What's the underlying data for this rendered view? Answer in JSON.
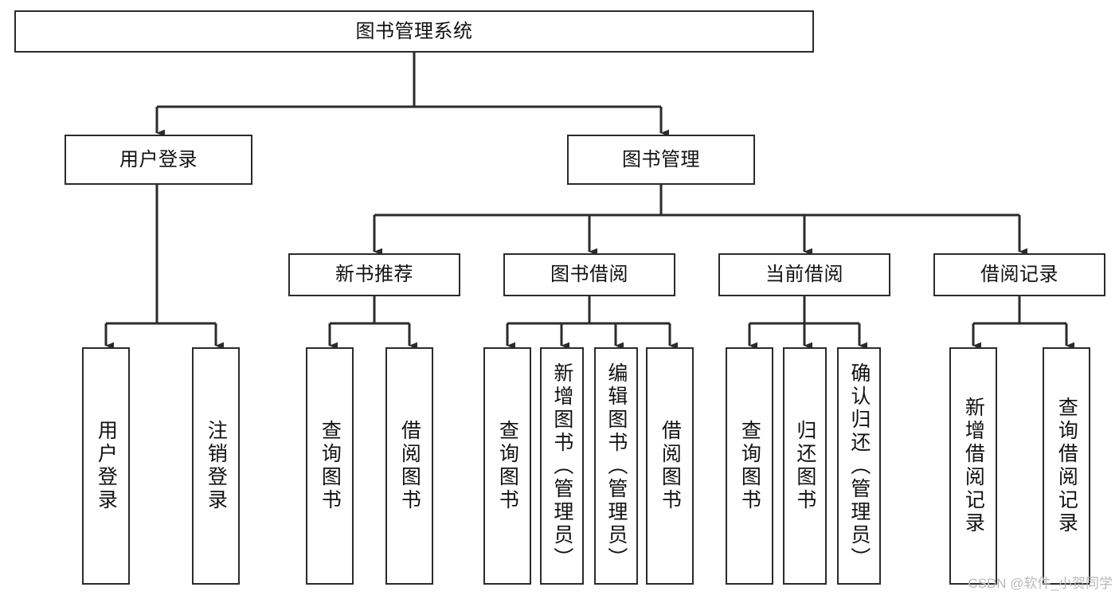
{
  "diagram": {
    "title": "图书管理系统",
    "type": "tree-hierarchy-diagram",
    "colors": {
      "stroke": "#2b2b2b",
      "fill": "#ffffff",
      "text": "#111111",
      "watermark": "#b9b9b9"
    },
    "watermark": "CSDN @软件_小贺同学",
    "nodes": {
      "root": {
        "label": "图书管理系统"
      },
      "level2": [
        {
          "id": "user-login",
          "label": "用户登录"
        },
        {
          "id": "book-management",
          "label": "图书管理"
        }
      ],
      "level3": [
        {
          "id": "new-book-recommend",
          "label": "新书推荐"
        },
        {
          "id": "book-borrow",
          "label": "图书借阅"
        },
        {
          "id": "current-borrow",
          "label": "当前借阅"
        },
        {
          "id": "borrow-record",
          "label": "借阅记录"
        }
      ],
      "leaves": {
        "user-login": [
          {
            "id": "login",
            "label": "用户登录"
          },
          {
            "id": "logout",
            "label": "注销登录"
          }
        ],
        "new-book-recommend": [
          {
            "id": "query-book-1",
            "label": "查询图书"
          },
          {
            "id": "borrow-book-1",
            "label": "借阅图书"
          }
        ],
        "book-borrow": [
          {
            "id": "query-book-2",
            "label": "查询图书"
          },
          {
            "id": "add-book",
            "label": "新增图书（管理员）"
          },
          {
            "id": "edit-book",
            "label": "编辑图书（管理员）"
          },
          {
            "id": "borrow-book-2",
            "label": "借阅图书"
          }
        ],
        "current-borrow": [
          {
            "id": "query-book-3",
            "label": "查询图书"
          },
          {
            "id": "return-book",
            "label": "归还图书"
          },
          {
            "id": "confirm-return",
            "label": "确认归还（管理员）"
          }
        ],
        "borrow-record": [
          {
            "id": "add-borrow-record",
            "label": "新增借阅记录"
          },
          {
            "id": "query-borrow-record",
            "label": "查询借阅记录"
          }
        ]
      }
    }
  }
}
